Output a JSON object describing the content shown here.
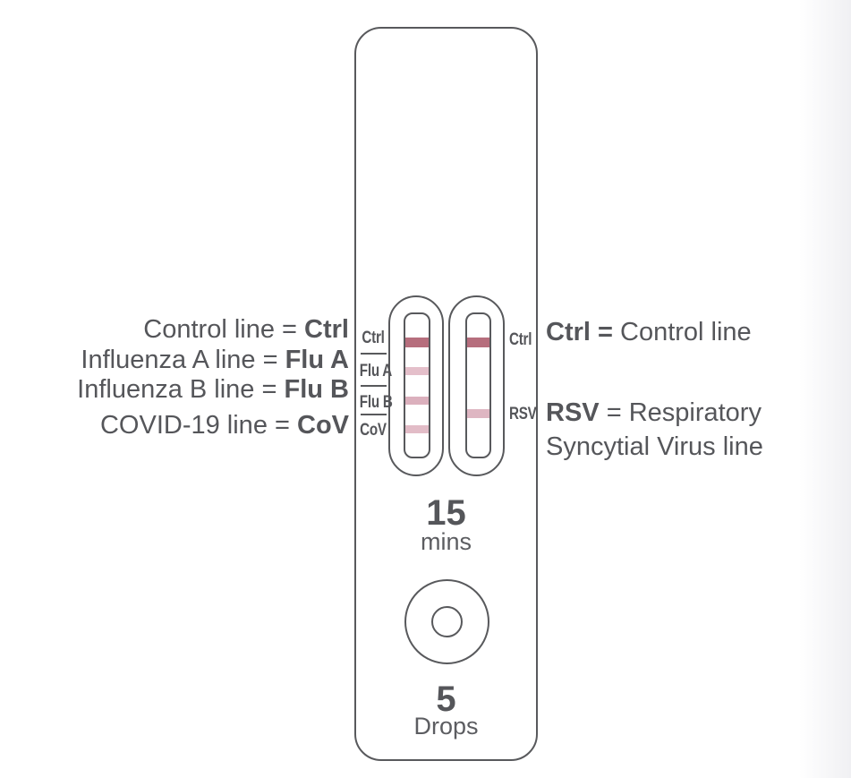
{
  "left_legend": {
    "items": [
      {
        "label": "Control line = ",
        "abbr": "Ctrl"
      },
      {
        "label": "Influenza A line = ",
        "abbr": "Flu A"
      },
      {
        "label": "Influenza B line = ",
        "abbr": "Flu B"
      },
      {
        "label": "COVID-19 line = ",
        "abbr": "CoV"
      }
    ]
  },
  "right_legend": {
    "ctrl_abbr": "Ctrl =",
    "ctrl_label": " Control line",
    "rsv_abbr": "RSV",
    "rsv_label_line1": " = Respiratory",
    "rsv_label_line2": "Syncytial Virus line"
  },
  "cassette": {
    "left_strip": {
      "labels": [
        "Ctrl",
        "Flu A",
        "Flu B",
        "CoV"
      ],
      "lines": [
        {
          "name": "control-line",
          "color": "#b66e7d"
        },
        {
          "name": "influenza-a-line",
          "color": "#e4bfca"
        },
        {
          "name": "influenza-b-line",
          "color": "#dbb0bd"
        },
        {
          "name": "covid-19-line",
          "color": "#e2bcc7"
        }
      ]
    },
    "right_strip": {
      "labels": [
        "Ctrl",
        "RSV"
      ],
      "lines": [
        {
          "name": "control-line",
          "color": "#b66e7d"
        },
        {
          "name": "rsv-line",
          "color": "#deb6c2"
        }
      ]
    },
    "timer_value": "15",
    "timer_unit": "mins",
    "drops_value": "5",
    "drops_unit": "Drops"
  },
  "colors": {
    "outline_gray": "#58595c",
    "text_gray": "#55565a"
  }
}
